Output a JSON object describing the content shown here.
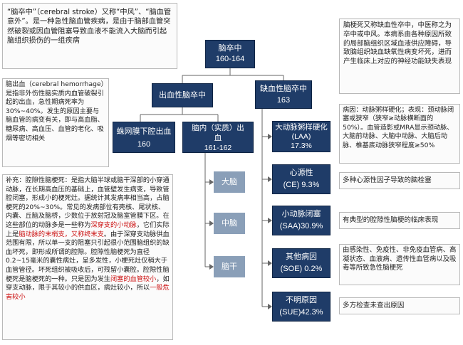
{
  "nodes": {
    "root": {
      "title": "脑卒中",
      "code": "160-164"
    },
    "hemorrhagic": {
      "title": "出血性脑卒中"
    },
    "ischemic": {
      "title": "缺血性脑卒中",
      "code": "163"
    },
    "subarachnoid": {
      "title": "蛛网膜下腔出血",
      "code": "160"
    },
    "intracerebral": {
      "title": "脑内（实质）出血",
      "code": "161-162"
    },
    "laa": {
      "title": "大动脉粥样硬化",
      "code": "(LAA)",
      "pct": "17.3%"
    },
    "ce": {
      "title": "心源性",
      "code": "(CE)",
      "pct": "9.3%"
    },
    "saa": {
      "title": "小动脉闭塞",
      "code": "(SAA)",
      "pct": "30.9%"
    },
    "soe": {
      "title": "其他病因",
      "code": "(SOE)",
      "pct": "0.2%"
    },
    "sue": {
      "title": "不明原因",
      "code": "(SUE)",
      "pct": "42.3%"
    }
  },
  "leaves": [
    "大脑",
    "中脑",
    "脑干"
  ],
  "notes": {
    "top_left": "“脑卒中”（cerebral stroke）又称“中风”、“脑血管意外”。是一种急性脑血管疾病，是由于脑部血管突然破裂或因血管阻塞导致血液不能流入大脑而引起脑组织损伤的一组疾病",
    "hemorrhage": "脑出血（cerebral hemorrhage）是指非外伤性脑实质内血管破裂引起的出血，急性期病死率为30%~40%。发生的原因主要与脑血管的病变有关，即与高血脂、糖尿病、高血压、血管的老化、吸烟等密切相关",
    "lacunar": [
      {
        "t": "补充：腔隙性脑梗死：是指大脑半球或脑干深部的小穿通动脉，在长期高血压的基础上，血管壁发生病变，导致管腔闭塞，形成小的梗死灶。据统计其发病率相当高，占脑梗死的20%~30%。常见的发病部位有壳核、尾状核、内囊、丘脑及脑桥，少数位于放射冠及脑室管膜下区。在这些部位的动脉多是一些称为",
        "h": false
      },
      {
        "t": "深穿支的小动脉",
        "h": true
      },
      {
        "t": "，它们实际上是",
        "h": false
      },
      {
        "t": "脑动脉的末梢支，又称终末支",
        "h": true
      },
      {
        "t": "。由于深穿支动脉供血范围有限，所以单一支的阻塞只引起很小范围脑组织的缺血坏死，即形成所谓的腔隙。腔隙性脑梗死为直径0.2~15毫米的囊性病灶，呈多发性，小梗死灶仅稍大于血管管径。坏死组织被吸收后，可残留小囊腔。腔隙性脑梗死是脑梗死的一种。只是因为发生",
        "h": false
      },
      {
        "t": "闭塞的血管较小",
        "h": true
      },
      {
        "t": "，如穿支动脉，限于其较小的供血区，病灶较小，所以",
        "h": false
      },
      {
        "t": "一般危害较小",
        "h": true
      }
    ],
    "infarct": "脑梗死又称缺血性卒中，中医称之为卒中或中风。本病系由各种原因所致的局部脑组织区域血液供应障碍，导致脑组织缺血缺氧性病变坏死，进而产生临床上对应的神经功能缺失表现",
    "laa": "病因：动脉粥样硬化；表现：颈动脉闭塞或狭窄（狭窄≥动脉横断面的50%）。血管造影或MRA显示颈动脉、大脑前动脉、大脑中动脉、大脑后动脉、椎基底动脉狭窄程度≥50%",
    "ce": "多种心源性因子导致的脑栓塞",
    "saa": "有典型的腔隙性脑梗的临床表现",
    "soe": "由感染性、免疫性、非免疫血管病、高凝状态、血液病、遗传性血管病以及吸毒等所致急性脑梗死",
    "sue": "多方检查未查出原因"
  },
  "colors": {
    "node": "#1f3c68",
    "leaf": "#8a9fb8",
    "line": "#666666",
    "highlight": "#cc1111"
  }
}
